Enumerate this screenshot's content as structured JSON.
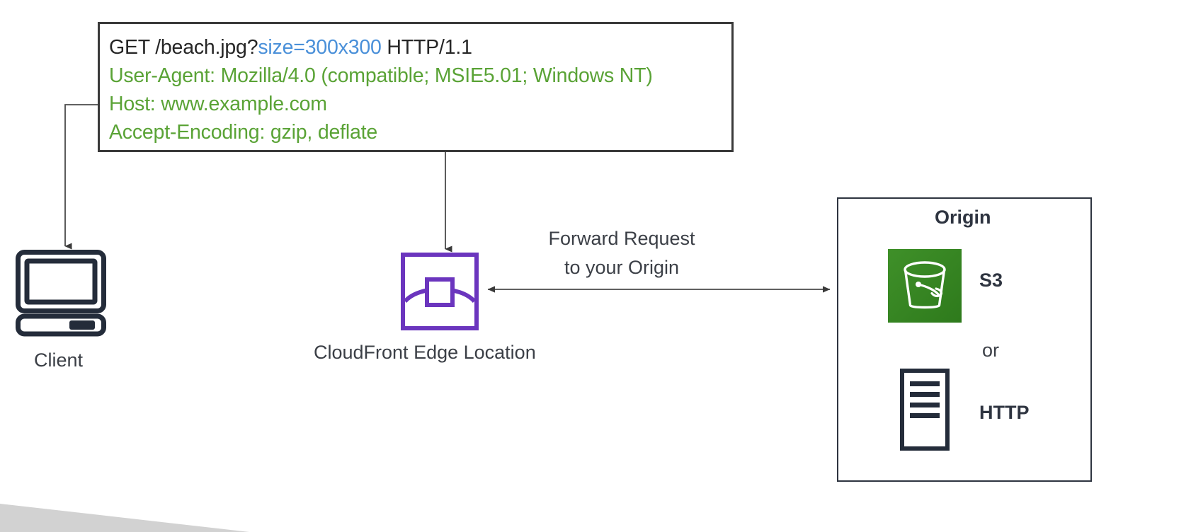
{
  "request_box": {
    "lines": [
      {
        "id": "line-method",
        "segments": [
          {
            "text": "GET /beach.jpg?",
            "style": "dark"
          },
          {
            "text": "size=300x300",
            "style": "query"
          },
          {
            "text": " HTTP/1.1",
            "style": "dark"
          }
        ]
      },
      {
        "id": "line-user-agent",
        "segments": [
          {
            "text": "User-Agent: Mozilla/4.0 (compatible; MSIE5.01; Windows NT)",
            "style": "green"
          }
        ]
      },
      {
        "id": "line-host",
        "segments": [
          {
            "text": "Host: www.example.com",
            "style": "green"
          }
        ]
      },
      {
        "id": "line-accept-encoding",
        "segments": [
          {
            "text": "Accept-Encoding: gzip, deflate",
            "style": "green"
          }
        ]
      }
    ],
    "line1_part1": "GET /beach.jpg?",
    "line1_query": "size=300x300",
    "line1_part2": " HTTP/1.1",
    "line2": "User-Agent: Mozilla/4.0 (compatible; MSIE5.01; Windows NT)",
    "line3": "Host: www.example.com",
    "line4": "Accept-Encoding: gzip, deflate"
  },
  "nodes": {
    "client_label": "Client",
    "cloudfront_label": "CloudFront Edge Location",
    "origin_title": "Origin",
    "s3_label": "S3",
    "or_label": "or",
    "http_label": "HTTP"
  },
  "edges": {
    "forward_request_line1": "Forward Request",
    "forward_request_line2": "to your Origin"
  },
  "icons": {
    "client": "desktop-computer-icon",
    "cloudfront": "cloudfront-edge-icon",
    "s3": "s3-bucket-icon",
    "http_server": "http-server-icon"
  },
  "colors": {
    "request_text_dark": "#262626",
    "request_text_green": "#5aa336",
    "request_query_blue": "#4a90d9",
    "cloudfront_purple": "#6b35be",
    "s3_green": "#3f9029",
    "icon_navy": "#242c3a",
    "connector_gray": "#4a4a4a",
    "label_gray": "#3b3f46",
    "corner_wedge": "#d2d2d2"
  }
}
